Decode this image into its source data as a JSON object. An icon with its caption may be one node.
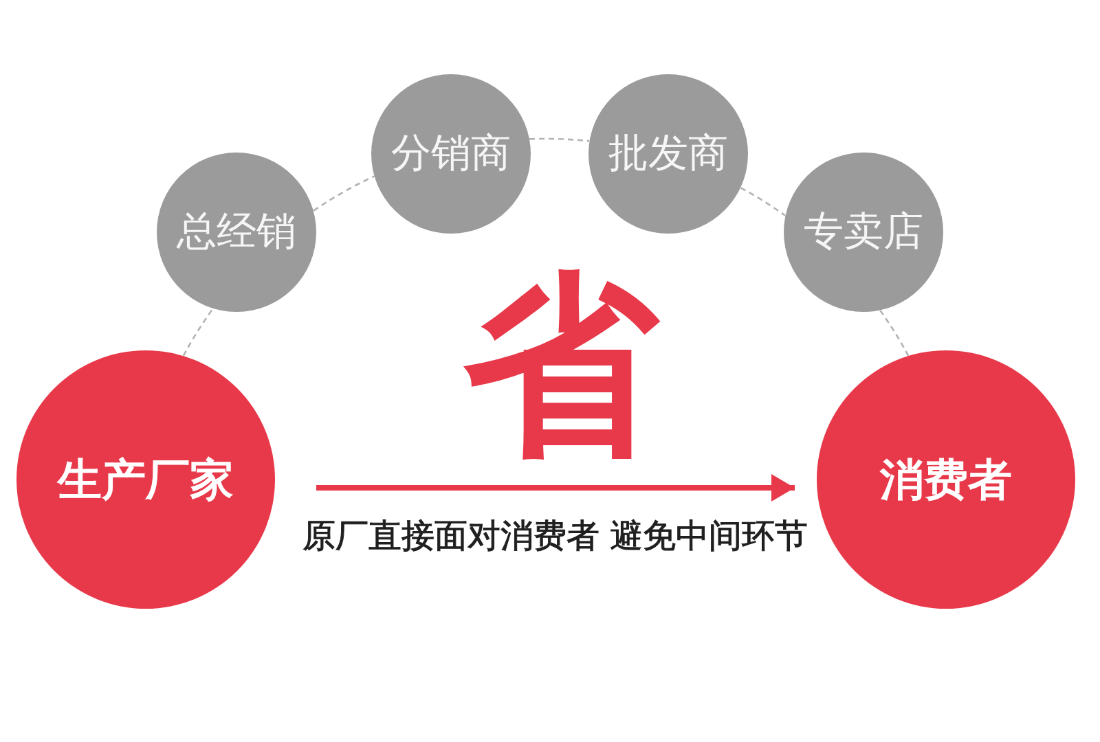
{
  "diagram": {
    "nodes": [
      {
        "text": [
          "生产厂家"
        ]
      },
      {
        "text": [
          "总经销"
        ]
      },
      {
        "text": [
          "分销商"
        ]
      },
      {
        "text": [
          "批发商"
        ]
      },
      {
        "text": [
          "专卖店"
        ]
      },
      {
        "text": [
          "消费者"
        ]
      }
    ],
    "edges": [
      {
        "from": 0,
        "to": 1,
        "arrow": "none",
        "style": "dashed"
      },
      {
        "from": 1,
        "to": 2,
        "arrow": "none",
        "style": "dashed"
      },
      {
        "from": 2,
        "to": 3,
        "arrow": "none",
        "style": "dashed"
      },
      {
        "from": 3,
        "to": 4,
        "arrow": "none",
        "style": "dashed"
      },
      {
        "from": 4,
        "to": 5,
        "arrow": "none",
        "style": "dashed"
      },
      {
        "from": 0,
        "to": 5,
        "arrow": "to",
        "style": "thick",
        "color": "#e8394a",
        "label": "原厂直接面对消费者 避免中间环节"
      }
    ],
    "labels": [
      "省"
    ]
  }
}
